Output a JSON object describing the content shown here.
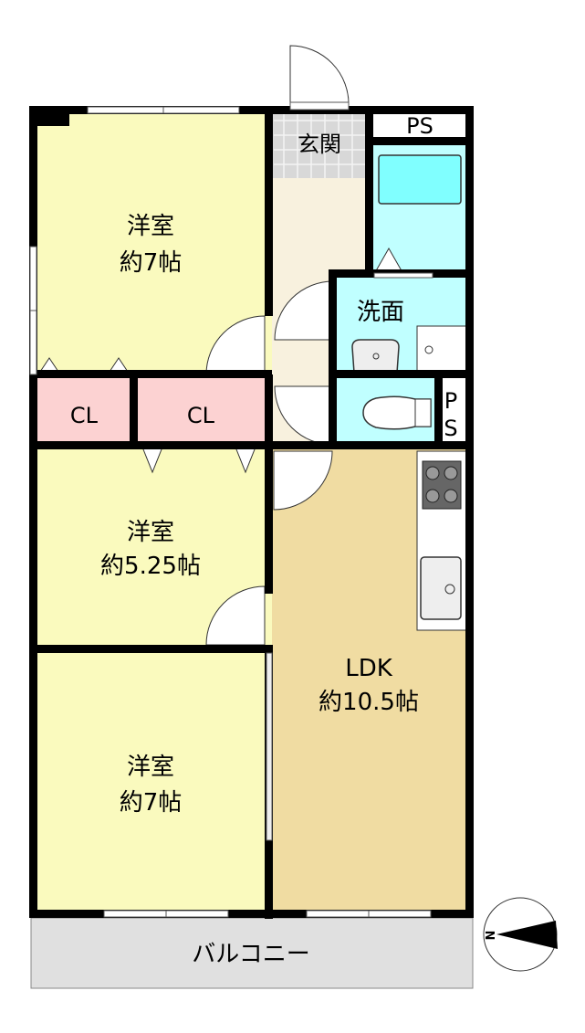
{
  "rooms": {
    "western1": {
      "name": "洋室",
      "size": "約7帖"
    },
    "western2": {
      "name": "洋室",
      "size": "約5.25帖"
    },
    "western3": {
      "name": "洋室",
      "size": "約7帖"
    },
    "closet1": "CL",
    "closet2": "CL",
    "ldk": {
      "name": "LDK",
      "size": "約10.5帖"
    },
    "entrance": "玄関",
    "washroom": "洗面",
    "ps_top": "PS",
    "ps_toilet": [
      "P",
      "S"
    ],
    "balcony": "バルコニー"
  },
  "compass": {
    "label": "N"
  },
  "colors": {
    "western": "#fafabe",
    "closet": "#fcd2d2",
    "wet": "#c0ffff",
    "bath": "#80ffff",
    "ldk": "#f0dca2",
    "hall": "#f8f1de",
    "balcony": "#e0e0e0"
  }
}
